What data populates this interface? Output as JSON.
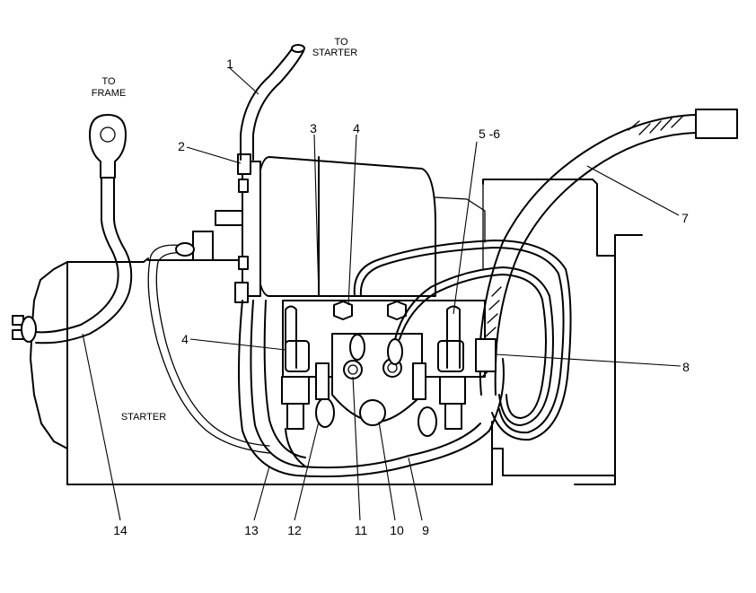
{
  "labels": {
    "to_starter_line1": "TO",
    "to_starter_line2": "STARTER",
    "to_frame_line1": "TO",
    "to_frame_line2": "FRAME",
    "starter": "STARTER"
  },
  "callouts": {
    "c1": "1",
    "c2": "2",
    "c3": "3",
    "c4_top": "4",
    "c4_left": "4",
    "c5_6": "5 -6",
    "c7": "7",
    "c8": "8",
    "c9": "9",
    "c10": "10",
    "c11": "11",
    "c12": "12",
    "c13": "13",
    "c14": "14"
  }
}
